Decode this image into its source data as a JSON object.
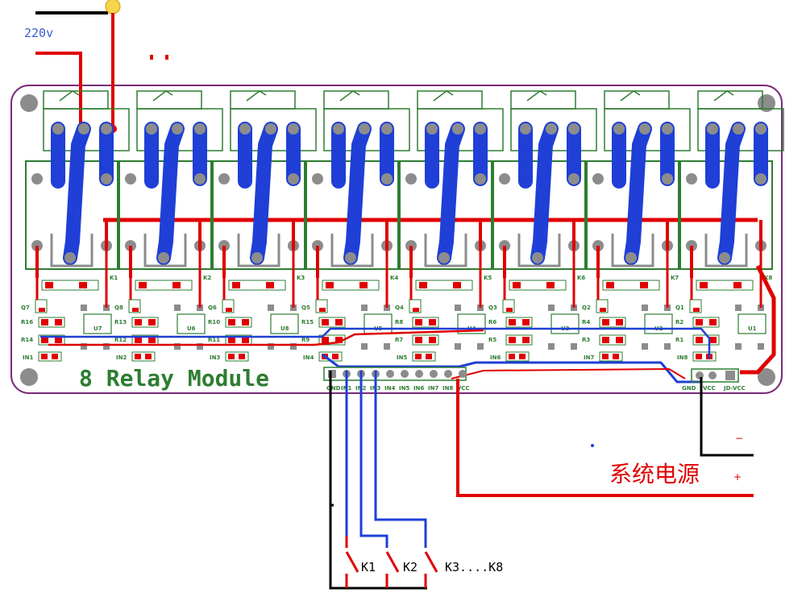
{
  "supply_label": "220v",
  "board_title": "8 Relay Module",
  "relays": [
    "K1",
    "K2",
    "K3",
    "K4",
    "K5",
    "K6",
    "K7",
    "K8"
  ],
  "transistors": [
    "Q7",
    "Q8",
    "Q6",
    "Q5",
    "Q4",
    "Q3",
    "Q2",
    "Q1"
  ],
  "optocouplers": [
    "U7",
    "U6",
    "U8",
    "U5",
    "U4",
    "U3",
    "U2",
    "U1"
  ],
  "resistors_top": [
    "R16",
    "R13",
    "R10",
    "R15",
    "R8",
    "R6",
    "R4",
    "R2"
  ],
  "resistors_bottom": [
    "R14",
    "R12",
    "R11",
    "R9",
    "R7",
    "R5",
    "R3",
    "R1"
  ],
  "input_leds": [
    "IN1",
    "IN2",
    "IN3",
    "IN4",
    "IN5",
    "IN6",
    "IN7",
    "IN8"
  ],
  "header_pins": [
    "GND",
    "IN1",
    "IN2",
    "IN3",
    "IN4",
    "IN5",
    "IN6",
    "IN7",
    "IN8",
    "VCC"
  ],
  "power_header_labels": [
    "GND",
    "VCC",
    "JD-VCC"
  ],
  "power_source_label": "系统电源",
  "minus_sign": "−",
  "plus_sign": "+",
  "switches": [
    "K1",
    "K2",
    "K3....K8"
  ],
  "colors": {
    "trace_blue": "#1f3fd6",
    "trace_red": "#e00000",
    "silk_green": "#2e7d32",
    "pad_grey": "#8c8c8c",
    "outline_purple": "#7a2a7a",
    "text_blue": "#3a5fcd"
  }
}
